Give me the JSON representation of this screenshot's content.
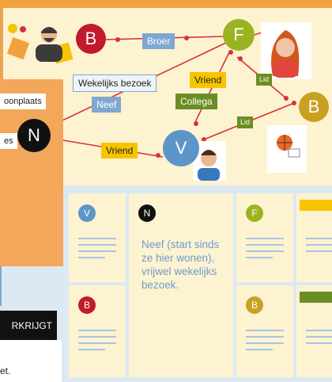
{
  "diagram": {
    "nodes": {
      "B": {
        "letter": "B",
        "color": "#c01a2c"
      },
      "F": {
        "letter": "F",
        "color": "#9ab421"
      },
      "N": {
        "letter": "N",
        "color": "#111111"
      },
      "V": {
        "letter": "V",
        "color": "#5c96c9"
      },
      "B2": {
        "letter": "B",
        "color": "#c9a022"
      }
    },
    "edges": {
      "broer": "Broer",
      "wekelijks_bezoek": "Wekelijks bezoek",
      "neef": "Neef",
      "vriend_top": "Vriend",
      "collega": "Collega",
      "lid_top": "Lid",
      "lid_mid": "Lid",
      "vriend_bottom": "Vriend"
    }
  },
  "side_panel": {
    "label_top": "oonplaats",
    "label_mid": "es",
    "node_letter": "N"
  },
  "banner": {
    "text": "RKRIJGT"
  },
  "footer_text": "et.",
  "cards": {
    "v_letter": "V",
    "n_letter": "N",
    "f_letter": "F",
    "b_letter": "B",
    "b2_letter": "B",
    "n_note": "Neef (start sinds ze hier wonen), vrijwel wekelijks bezoek."
  },
  "colors": {
    "orange": "#f2a75b",
    "cream": "#fdf3d1",
    "red": "#c01a2c",
    "green": "#9ab421",
    "blue": "#5c96c9",
    "gold": "#c9a022",
    "olive": "#6b8e23",
    "yellow": "#f7c400"
  }
}
